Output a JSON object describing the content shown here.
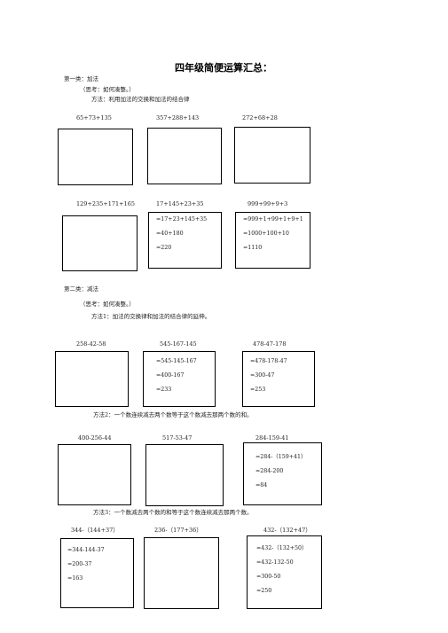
{
  "title": "四年级简便运算汇总：",
  "sections": [
    {
      "heading": "第一类：加法",
      "think": "（思考：如何凑整。）",
      "methods": [
        {
          "text": "方法：利用加法的交换和加法的结合律",
          "rows": [
            [
              {
                "expr": "65+73+135",
                "lines": []
              },
              {
                "expr": "357+288+143",
                "lines": []
              },
              {
                "expr": "272+68+28",
                "lines": []
              }
            ],
            [
              {
                "expr": "129+235+171+165",
                "lines": []
              },
              {
                "expr": "17+145+23+35",
                "lines": [
                  "=17+23+145+35",
                  "=40+180",
                  "=220"
                ]
              },
              {
                "expr": "999+99+9+3",
                "lines": [
                  "=999+1+99+1+9+1",
                  "=1000+100+10",
                  "=1110"
                ]
              }
            ]
          ]
        }
      ]
    },
    {
      "heading": "第二类：减法",
      "think": "（思考：如何凑整。）",
      "methods": [
        {
          "text": "方法1：加法的交换律和加法的结合律的延伸。",
          "rows": [
            [
              {
                "expr": "258-42-58",
                "lines": []
              },
              {
                "expr": "545-167-145",
                "lines": [
                  "=545-145-167",
                  "=400-167",
                  "=233"
                ]
              },
              {
                "expr": "478-47-178",
                "lines": [
                  "=478-178-47",
                  "=300-47",
                  "=253"
                ]
              }
            ]
          ]
        },
        {
          "text": "方法2：一个数连续减去两个数等于这个数减去那两个数的和。",
          "rows": [
            [
              {
                "expr": "400-256-44",
                "lines": []
              },
              {
                "expr": "517-53-47",
                "lines": []
              },
              {
                "expr": "284-159-41",
                "lines": [
                  "=284-（159+41）",
                  "=284-200",
                  "=84"
                ]
              }
            ]
          ]
        },
        {
          "text": "方法3：一个数减去两个数的和等于这个数连续减去那两个数。",
          "rows": [
            [
              {
                "expr": "344-（144+37）",
                "lines": [
                  "=344-144-37",
                  "=200-37",
                  "=163"
                ]
              },
              {
                "expr": "236-（177+36）",
                "lines": []
              },
              {
                "expr": "432-（132+47）",
                "lines": [
                  "=432-（132+50）",
                  "=432-132-50",
                  "=300-50",
                  "=250"
                ]
              }
            ]
          ]
        }
      ]
    }
  ]
}
